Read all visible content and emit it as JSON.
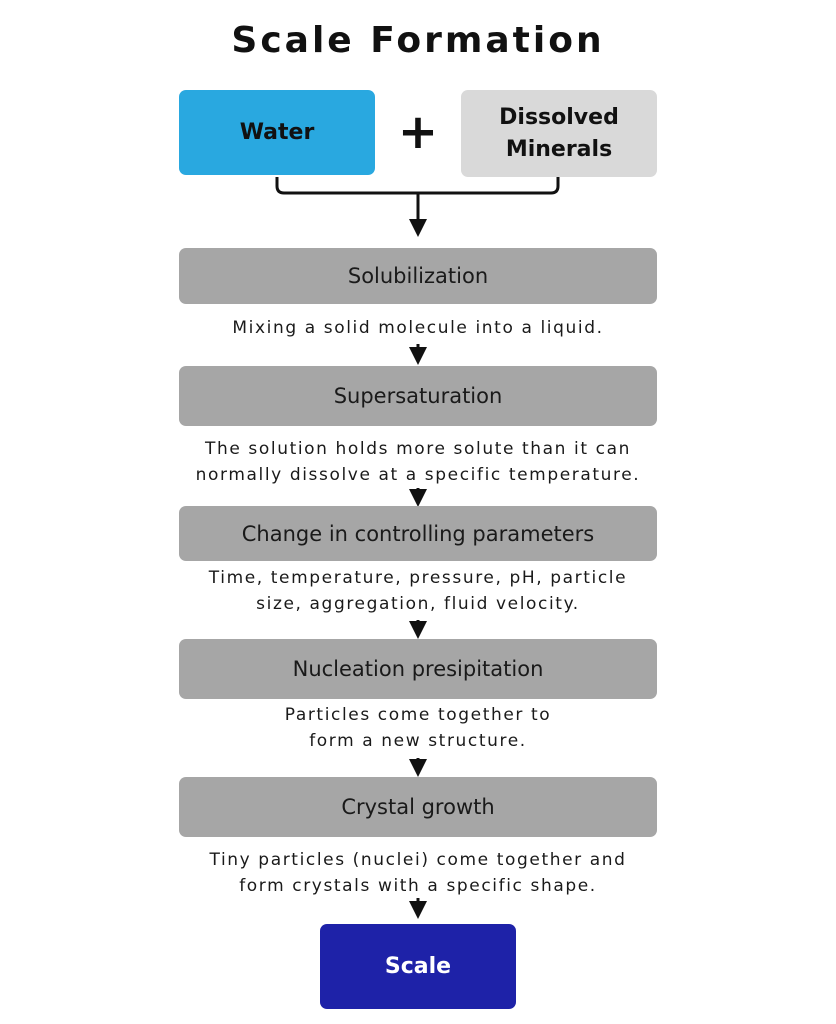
{
  "title": "Scale Formation",
  "inputs": {
    "water": "Water",
    "operator": "+",
    "minerals_line1": "Dissolved",
    "minerals_line2": "Minerals"
  },
  "colors": {
    "water": "#29a8e0",
    "minerals": "#d9d9d9",
    "step": "#a6a6a6",
    "scale": "#1e22a8"
  },
  "steps": [
    {
      "label": "Solubilization",
      "description": [
        "Mixing a solid molecule into a liquid."
      ]
    },
    {
      "label": "Supersaturation",
      "description": [
        "The solution holds more solute than it can",
        "normally dissolve at a specific temperature."
      ]
    },
    {
      "label": "Change in controlling parameters",
      "description": [
        "Time, temperature, pressure, pH, particle",
        "size, aggregation, fluid velocity."
      ]
    },
    {
      "label": "Nucleation presipitation",
      "description": [
        "Particles come together to",
        "form a new structure."
      ]
    },
    {
      "label": "Crystal growth",
      "description": [
        "Tiny particles (nuclei) come together and",
        "form crystals with a specific shape."
      ]
    }
  ],
  "result": "Scale"
}
